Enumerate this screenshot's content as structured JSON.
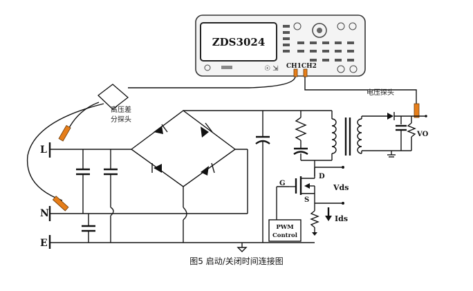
{
  "scope": {
    "model": "ZDS3024",
    "channel_label": "CH1CH2"
  },
  "probes": {
    "high_voltage": "高压差\n分探头",
    "voltage": "电压探头"
  },
  "terminals": {
    "L": "L",
    "N": "N",
    "E": "E"
  },
  "labels": {
    "gate": "G",
    "drain": "D",
    "source": "S",
    "vds": "Vds",
    "ids": "Ids",
    "vo": "VO",
    "pwm_line1": "PWM",
    "pwm_line2": "Control"
  },
  "caption": "图5 启动/关闭时间连接图",
  "colors": {
    "probe": "#e67e1a",
    "line": "#111111"
  }
}
